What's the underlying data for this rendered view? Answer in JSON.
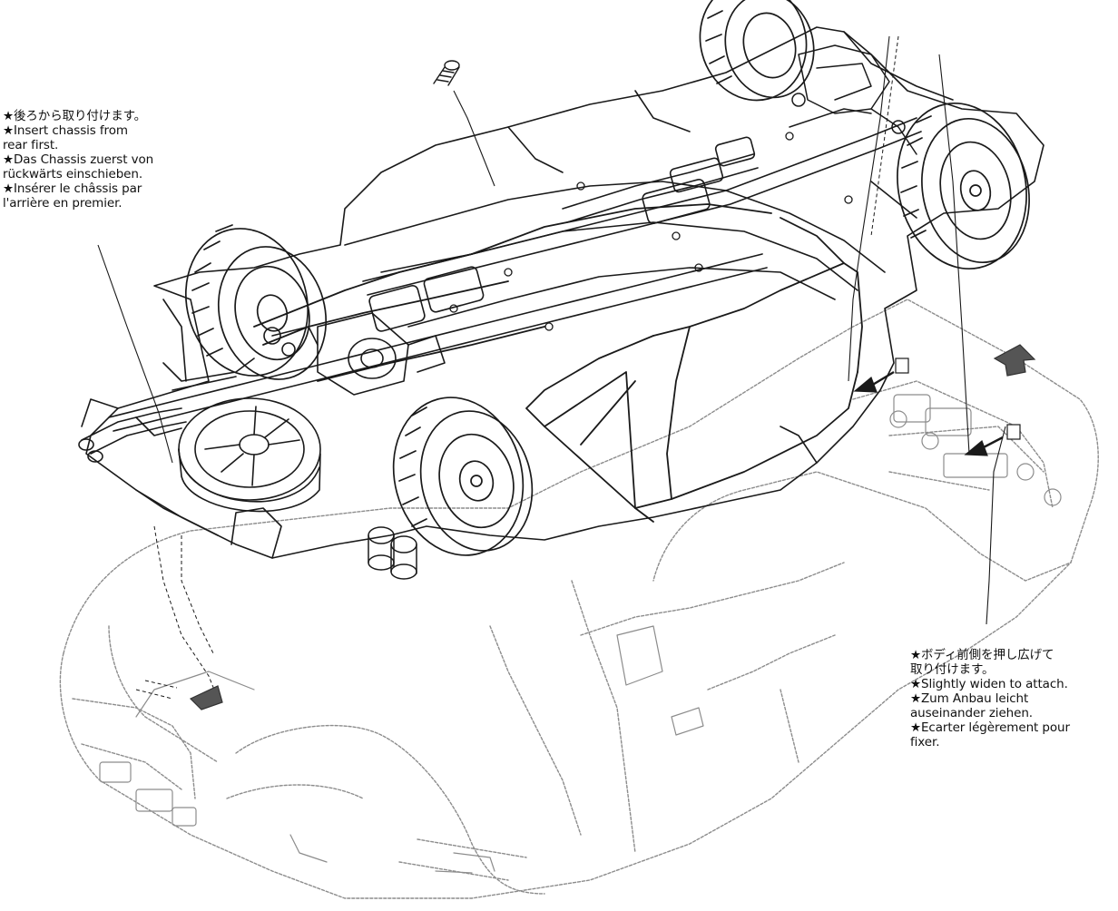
{
  "notes": {
    "left": [
      "★後ろから取り付けます。",
      "★Insert chassis from",
      "rear first.",
      "★Das Chassis zuerst von",
      "rückwärts einschieben.",
      "★Insérer le châssis par",
      "l'arrière en premier."
    ],
    "right": [
      "★ボディ前側を押し広げて",
      "取り付けます。",
      "★Slightly widen to attach.",
      "★Zum Anbau leicht",
      "auseinander ziehen.",
      "★Ecarter légèrement pour",
      "fixer."
    ]
  },
  "colors": {
    "line": "#1a1a1a",
    "body_line": "#8c8c8c",
    "arrow": "#555555",
    "background": "#ffffff"
  },
  "icons": [
    "screw-icon",
    "insert-arrow-icon"
  ]
}
